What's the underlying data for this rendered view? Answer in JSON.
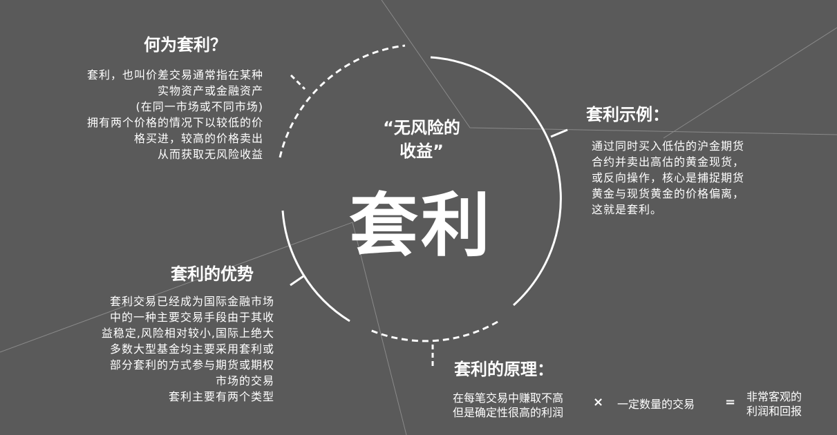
{
  "colors": {
    "background": "#5a5a5a",
    "text": "#ffffff",
    "line": "#8a8a8a"
  },
  "center": {
    "quote_line1": "“无风险的",
    "quote_line2": "收益”",
    "title": "套利"
  },
  "what": {
    "heading": "何为套利？",
    "lines": [
      "套利，也叫价差交易通常指在某种",
      "实物资产或金融资产",
      "(在同一市场或不同市场)",
      "拥有两个价格的情况下以较低的价",
      "格买进，较高的价格卖出",
      "从而获取无风险收益"
    ]
  },
  "example": {
    "heading": "套利示例：",
    "lines": [
      "通过同时买入低估的沪金期货",
      "合约并卖出高估的黄金现货，",
      "或反向操作，核心是捕捉期货",
      "黄金与现货黄金的价格偏离，",
      "这就是套利。"
    ]
  },
  "advantage": {
    "heading": "套利的优势",
    "lines": [
      "套利交易已经成为国际金融市场",
      "中的一种主要交易手段由于其收",
      "益稳定,风险相对较小,国际上绝大",
      "多数大型基金均主要采用套利或",
      "部分套利的方式参与期货或期权",
      "市场的交易",
      "套利主要有两个类型"
    ]
  },
  "principle": {
    "heading": "套利的原理：",
    "term1_line1": "在每笔交易中赚取不高",
    "term1_line2": "但是确定性很高的利润",
    "times": "×",
    "term2": "一定数量的交易",
    "equals": "=",
    "result_line1": "非常客观的",
    "result_line2": "利润和回报"
  }
}
